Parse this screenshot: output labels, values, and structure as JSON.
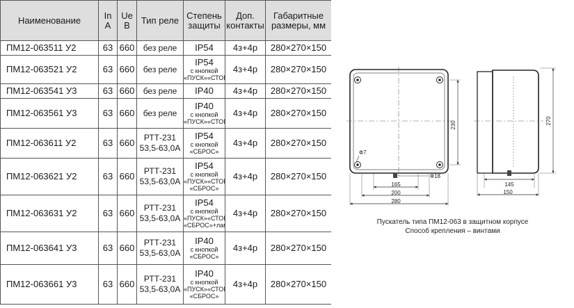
{
  "table": {
    "headers": {
      "name": "Наименование",
      "in": [
        "In",
        "A"
      ],
      "ue": [
        "Ue",
        "B"
      ],
      "relay": "Тип реле",
      "protection": [
        "Степень",
        "защиты"
      ],
      "contacts": [
        "Доп.",
        "контакты"
      ],
      "dims": [
        "Габаритные",
        "размеры, мм"
      ]
    },
    "rows": [
      {
        "name": "ПМ12-063511 У2",
        "in": "63",
        "ue": "660",
        "relay": [
          "без реле"
        ],
        "prot_main": "IP54",
        "prot_sub": [],
        "contacts": "4з+4р",
        "dims": "280×270×150",
        "h": 21
      },
      {
        "name": "ПМ12-063521 У2",
        "in": "63",
        "ue": "660",
        "relay": [
          "без реле"
        ],
        "prot_main": "IP54",
        "prot_sub": [
          "с кнопкой",
          "«ПУСК»«СТОП»"
        ],
        "contacts": "4з+4р",
        "dims": "280×270×150",
        "h": 41
      },
      {
        "name": "ПМ12-063541 У3",
        "in": "63",
        "ue": "660",
        "relay": [
          "без реле"
        ],
        "prot_main": "IP40",
        "prot_sub": [],
        "contacts": "4з+4р",
        "dims": "280×270×150",
        "h": 21
      },
      {
        "name": "ПМ12-063561 У3",
        "in": "63",
        "ue": "660",
        "relay": [
          "без реле"
        ],
        "prot_main": "IP40",
        "prot_sub": [
          "с кнопкой",
          "«ПУСК»«СТОП»"
        ],
        "contacts": "4з+4р",
        "dims": "280×270×150",
        "h": 43
      },
      {
        "name": "ПМ12-063611 У2",
        "in": "63",
        "ue": "660",
        "relay": [
          "РТТ-231",
          "53,5-63,0А"
        ],
        "prot_main": "IP54",
        "prot_sub": [
          "с кнопкой",
          "«СБРОС»"
        ],
        "contacts": "4з+4р",
        "dims": "280×270×150",
        "h": 43
      },
      {
        "name": "ПМ12-063621 У2",
        "in": "63",
        "ue": "660",
        "relay": [
          "РТТ-231",
          "53,5-63,0А"
        ],
        "prot_main": "IP54",
        "prot_sub": [
          "с кнопкой",
          "«ПУСК»«СТОП»",
          "«СБРОС»"
        ],
        "contacts": "4з+4р",
        "dims": "280×270×150",
        "h": 53
      },
      {
        "name": "ПМ12-063631 У2",
        "in": "63",
        "ue": "660",
        "relay": [
          "РТТ-231",
          "53,5-63,0А"
        ],
        "prot_main": "IP54",
        "prot_sub": [
          "с кнопкой",
          "«ПУСК»«СТОП»",
          "«СБРОС»+лампа"
        ],
        "contacts": "4з+4р",
        "dims": "280×270×150",
        "h": 53
      },
      {
        "name": "ПМ12-063641 У3",
        "in": "63",
        "ue": "660",
        "relay": [
          "РТТ-231",
          "53,5-63,0А"
        ],
        "prot_main": "IP40",
        "prot_sub": [
          "с кнопкой",
          "«СБРОС»"
        ],
        "contacts": "4з+4р",
        "dims": "280×270×150",
        "h": 47
      },
      {
        "name": "ПМ12-063661 У3",
        "in": "63",
        "ue": "660",
        "relay": [
          "РТТ-231",
          "53,5-63,0А"
        ],
        "prot_main": "IP40",
        "prot_sub": [
          "с кнопкой",
          "«ПУСК»«СТОП»",
          "«СБРОС»"
        ],
        "contacts": "4з+4р",
        "dims": "280×270×150",
        "h": 57
      }
    ]
  },
  "drawing": {
    "dim_width_front": "280",
    "dim_200": "200",
    "dim_165": "165",
    "dim_230": "230",
    "dim_270": "270",
    "dim_150": "150",
    "dim_145": "145",
    "hole_label": "Ф7",
    "gland_label": "Ф18",
    "caption_line1": "Пускатель типа ПМ12-063 в защитном корпусе",
    "caption_line2": "Способ крепления – винтами"
  }
}
